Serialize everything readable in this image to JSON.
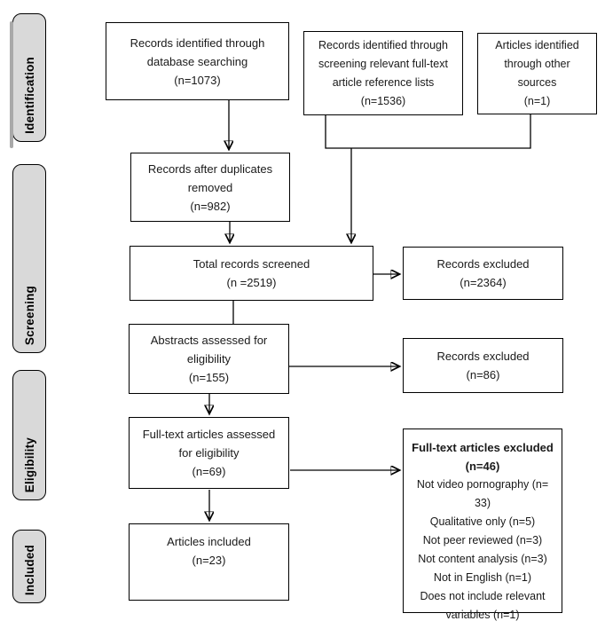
{
  "diagram": {
    "title": "PRISMA flow diagram",
    "stages": [
      {
        "label": "Identification"
      },
      {
        "label": "Screening"
      },
      {
        "label": "Eligibility"
      },
      {
        "label": "Included"
      }
    ],
    "boxes": {
      "db_search": "Records identified through\ndatabase searching\n(n=1073)",
      "ref_lists": "Records identified through\nscreening relevant full-text\narticle reference lists\n(n=1536)",
      "other_sources": "Articles identified\nthrough other\nsources\n(n=1)",
      "duplicates_removed": "Records after duplicates\nremoved\n(n=982)",
      "total_screened": "Total records screened\n(n =2519)",
      "records_excluded_screening": "Records excluded\n(n=2364)",
      "abstracts_assessed": "Abstracts assessed for\neligibility\n(n=155)",
      "records_excluded_abstracts": "Records excluded\n(n=86)",
      "fulltext_assessed": "Full-text articles assessed\nfor eligibility\n(n=69)",
      "fulltext_excluded_title": "Full-text articles excluded\n(n=46)",
      "fulltext_excluded_reasons": "Not video pornography (n=\n33)\nQualitative only (n=5)\nNot peer reviewed (n=3)\nNot content analysis (n=3)\nNot in English (n=1)\nDoes not include relevant\nvariables (n=1)",
      "articles_included": "Articles included\n(n=23)"
    },
    "colors": {
      "stage_fill": "#d9d9d9",
      "box_border": "#000000",
      "line": "#000000",
      "background": "#ffffff"
    }
  }
}
